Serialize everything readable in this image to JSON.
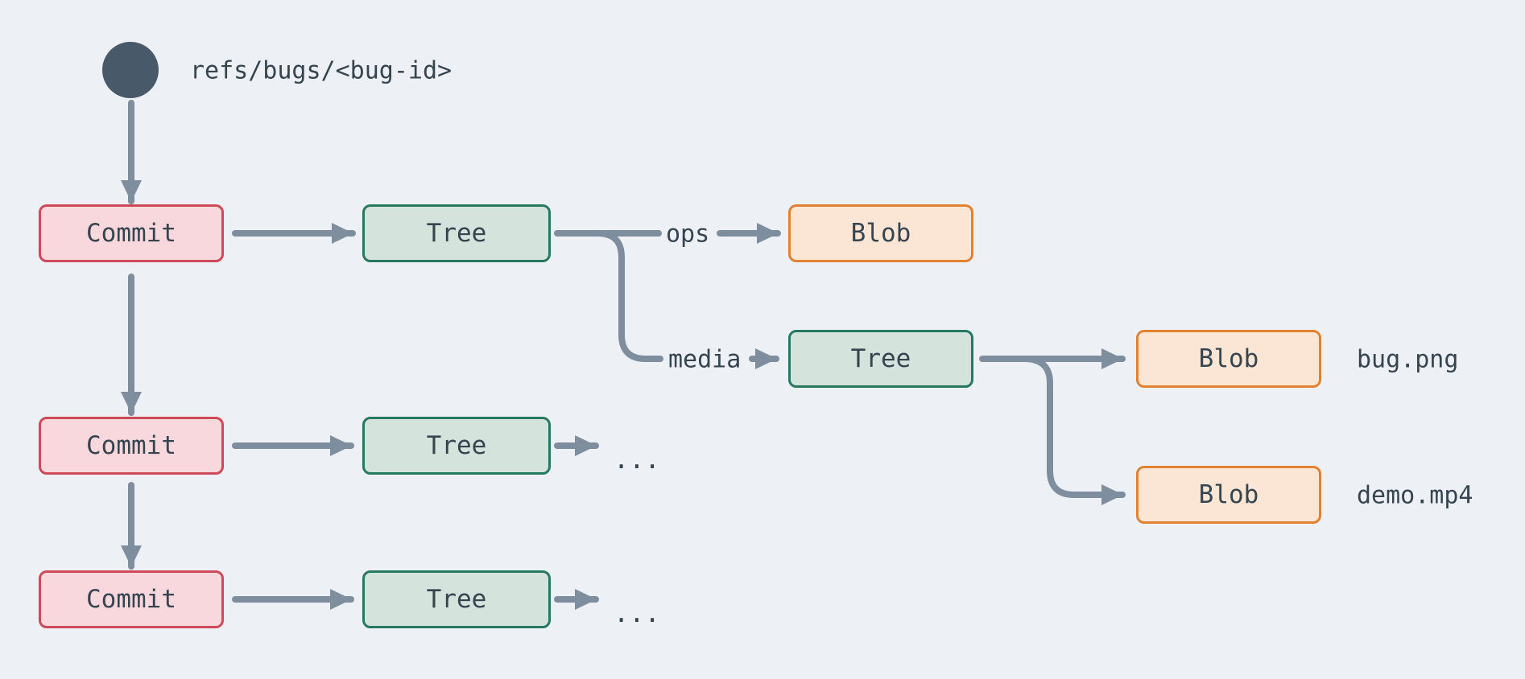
{
  "diagram": {
    "ref_label": "refs/bugs/<bug-id>",
    "nodes": {
      "commit1": "Commit",
      "commit2": "Commit",
      "commit3": "Commit",
      "tree1": "Tree",
      "tree_media": "Tree",
      "tree_row2": "Tree",
      "tree_row3": "Tree",
      "blob_ops": "Blob",
      "blob_bug": "Blob",
      "blob_demo": "Blob"
    },
    "edge_labels": {
      "ops": "ops",
      "media": "media"
    },
    "file_labels": {
      "bug": "bug.png",
      "demo": "demo.mp4"
    },
    "ellipsis_row2": "...",
    "ellipsis_row3": "...",
    "colors": {
      "background": "#edf1f5",
      "arrow": "#7f8e9e",
      "text": "#35444f",
      "ref_dot": "#48596a",
      "commit_fill": "#f8d8dc",
      "commit_border": "#cf4a59",
      "tree_fill": "#d5e3dd",
      "tree_border": "#25795f",
      "blob_fill": "#fbe5d4",
      "blob_border": "#e08232"
    }
  }
}
